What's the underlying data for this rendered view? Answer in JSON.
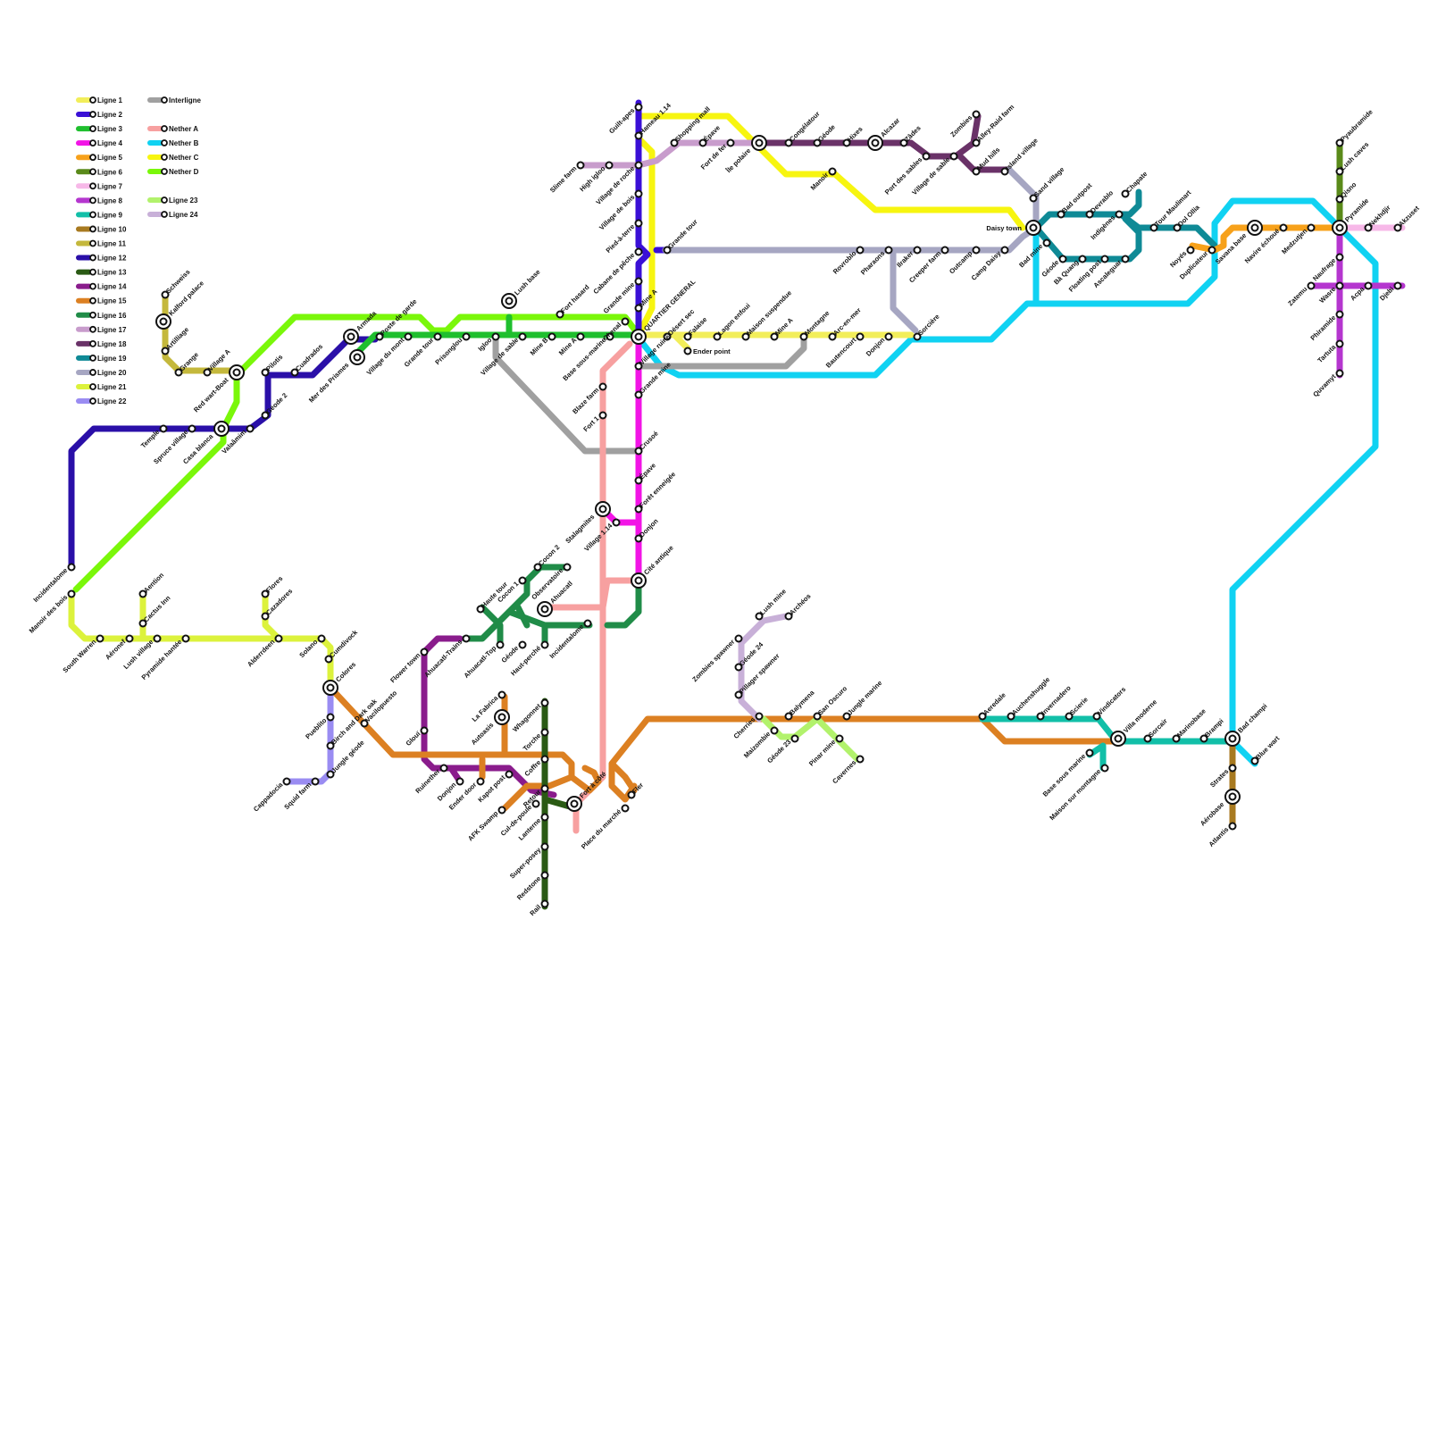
{
  "colors": {
    "l1": "#f2ee5a",
    "l2": "#3a10d6",
    "l3": "#1fbf2e",
    "l4": "#f214e6",
    "l5": "#f7a11a",
    "l6": "#5a8a1a",
    "l7": "#f7b8e8",
    "l8": "#b536cf",
    "l9": "#12bfa8",
    "l10": "#a87a20",
    "l11": "#c4b83c",
    "l12": "#2a0fa8",
    "l13": "#2a5a14",
    "l14": "#8a1c8c",
    "l15": "#dc8022",
    "l16": "#208c48",
    "l17": "#c89ccc",
    "l18": "#6a3268",
    "l19": "#0f8a96",
    "l20": "#a6a6c2",
    "l21": "#dcf23c",
    "l22": "#9a8cf2",
    "l23": "#b2f26c",
    "l24": "#c8b0d8",
    "inter": "#a0a0a0",
    "na": "#f7a0a0",
    "nb": "#10d2f2",
    "nc": "#f7f510",
    "nd": "#7af70a"
  },
  "legend": {
    "col1": [
      "Ligne 1",
      "Ligne 2",
      "Ligne 3",
      "Ligne 4",
      "Ligne 5",
      "Ligne 6",
      "Ligne 7",
      "Ligne 8",
      "Ligne 9",
      "Ligne 10",
      "Ligne 11",
      "Ligne 12",
      "Ligne 13",
      "Ligne 14",
      "Ligne 15",
      "Ligne 16",
      "Ligne 17",
      "Ligne 18",
      "Ligne 19",
      "Ligne 20",
      "Ligne 21",
      "Ligne 22"
    ],
    "interligne": "Interligne",
    "nether": [
      "Nether A",
      "Nether B",
      "Nether C",
      "Nether D"
    ],
    "extra": [
      "Ligne 23",
      "Ligne 24"
    ]
  },
  "stations": {
    "schweiss": "Schweiss",
    "kalford": "Kalford palace",
    "artilliage": "Artilliage",
    "grange": "Grange",
    "village_a": "Village A",
    "red_wart": "Red wart-Boat",
    "pilotis": "Pilotis",
    "cuadrados": "Cuadrados",
    "geode2": "Géode 2",
    "valaamim": "Valaâmim",
    "casa_blanca": "Casa blanca",
    "spruce": "Spruce village",
    "temple": "Temple",
    "armada": "Armada",
    "poste_garde": "Poste de garde",
    "mer_prismes": "Mer des Prismes",
    "village_mont": "Village du mont",
    "grande_tour_w": "Grande tour",
    "prisonglou": "Prisonglou",
    "igloo": "Igloo",
    "village_sable_w": "Village de sable",
    "mine_b": "Mine B",
    "mine_a_w": "Mine A",
    "base_sous_marine": "Base sous-marine",
    "chenal": "Chenal",
    "lush_base": "Lush base",
    "fort_hasard": "Fort hasard",
    "incidentalome_w": "Incidentalome",
    "manoir_bois": "Manoir des bois",
    "south_warren": "South Warren",
    "aeronef": "Aéronef",
    "aention": "Aention",
    "cactus_inn": "Cactus Inn",
    "lush_village": "Lush village",
    "pyramide_hantee": "Pyramide hantée",
    "flores": "Flores",
    "cazadores": "Cazadores",
    "alderrdeen": "Alderrdeen",
    "solano": "Solano",
    "cumdivock": "Cumdivock",
    "colores": "Colores",
    "pueblito": "Pueblito",
    "birch_oak": "Birch and Dark oak",
    "vacilopuesto": "Vacilopuesto",
    "jungle_geode": "Jungle géode",
    "squid_farm": "Squid farm",
    "cappadocia": "Cappadocia",
    "guilt_apes": "Guilt-apes",
    "hameau": "Hameau 1.14",
    "slime_farm": "Slime farm",
    "high_igloo": "High igloo",
    "village_roche": "Village de roche",
    "village_bois": "Village de bois",
    "pied_terre": "Pied-à-terre",
    "cabane_peche": "Cabane de pêche",
    "grande_mine_n": "Grande mine",
    "grande_tour_n": "Grande tour",
    "quartier_general": "QUARTIER GENERAL",
    "mine_a_s": "Mine A",
    "village_ruine": "Village ruiné",
    "desert_sec": "Désert sec",
    "falaise": "Falaise",
    "ender_point": "Ender point",
    "lagon_enfoui": "Lagon enfoui",
    "maison_suspendue": "Maison suspendue",
    "mine_a_e": "Mine A",
    "montagne": "Montagne",
    "arc_en_mer": "Arc-en-mer",
    "bautencourt": "Bautencourt",
    "donjon_e": "Donjon",
    "sorciere": "Sorcière",
    "blaze_farm": "Blaze farm",
    "fort1": "Fort 1",
    "grande_mine_s": "Grande mine",
    "crusoe": "Crusoé",
    "epave_s": "Épave",
    "foret_enneigee": "Forêt enneigée",
    "stalagmites": "Stalagmites",
    "village114": "Village 1.14",
    "donjon_s": "Donjon",
    "cite_antique": "Cité antique",
    "shopping_mall": "Shopping mall",
    "epave_n": "Épave",
    "fort_fer": "Fort de fer",
    "ile_polaire": "Île polaire",
    "congelatour": "Congélatour",
    "geode_n": "Géode",
    "hixes": "Hixes",
    "alcazar": "Alcazar",
    "zades": "Zâdes",
    "port_sables": "Port des sables",
    "zombies": "Zombies",
    "village_sable_e": "Village de sable",
    "alley_raid": "Alley-Raid farm",
    "mud_hills": "Mud hills",
    "island_village": "Island village",
    "manoir": "Manoir",
    "rovroblo": "Rovroblo",
    "pharaons": "Pharaons",
    "ilraker": "Ilraker",
    "creeper_farm": "Creeper farm",
    "outcamp": "Outcamp",
    "camp_daisy": "Camp Daisy",
    "daisy_town": "Daisy town",
    "sand_village": "Sand village",
    "bad_outpost": "Bad outpost",
    "devrablo": "Devrablo",
    "chapate": "Chapate",
    "indigenes": "Indigènes",
    "bad_mine": "Bad mine",
    "geode_e": "Géode",
    "ba_quang": "Bà Quang",
    "floating_post": "Floating post",
    "ascaleguar": "Ascaleguar",
    "tour_maulimart": "Tour Maulimart",
    "dol_ollia": "Dol Ollia",
    "noyes": "Noyés",
    "duplicateur": "Duplicateur",
    "savana_base": "Savana base",
    "navire_echoue": "Navire échoué",
    "medzutjen": "Medzutjen",
    "pyramide": "Pyramide",
    "nekhdjir": "Nekhdjir",
    "akzuset": "Akzuset",
    "pyaubramide": "Pyaubramide",
    "lush_caves": "Lush caves",
    "qisno": "Qisno",
    "naufrage": "Naufrage",
    "zatemu": "Zatemu",
    "wasre": "Wasre",
    "acpa": "Acpa",
    "djebi": "Djebi",
    "phiramide": "Phiramide",
    "tartuta": "Tartuta",
    "quvamyt": "Quvamyt",
    "haute_tour": "Haute tour",
    "cocon1": "Cocon 1",
    "cocon2": "Cocon 2",
    "observatoire": "Observatoire",
    "ahuacatl": "Ahuacatl",
    "ahuacatl_top": "Ahuacatl-Top",
    "geode_c": "Géode",
    "haut_perche": "Haut-perché",
    "incidentalome_c": "Incidentalome",
    "flower_town": "Flower town",
    "ahuacatl_trains": "Ahuacatl-Trains",
    "gloui": "Glouï",
    "ruinether": "Ruinether",
    "donjon_c": "Donjon",
    "ender_door": "Ender door",
    "kapot_post": "Kapot post",
    "la_fabrica": "La Fabrica",
    "autoasis": "Autoasis",
    "afk_swamp": "AFK Swamp",
    "cul_de_poule": "Cul-de-poule",
    "whagonnet": "Whagonnet",
    "torche": "Torche",
    "coffre": "Coffre",
    "lanterne": "Lanterne",
    "retour": "Retour",
    "fort_cote": "Fort à côté",
    "super_posey": "Super-posey",
    "redstone": "Redstone",
    "rail": "Rail",
    "place_marche": "Place du marché",
    "fler": "Fler",
    "zombies_spawner": "Zombies spawner",
    "lush_mine": "Lush mine",
    "archeos": "Archéos",
    "geode24": "Géode 24",
    "pillager_spawner": "Pillager spawner",
    "cherries": "Cherries",
    "balymena": "Balymena",
    "san_oscuro": "San Oscuro",
    "jungle_marine": "Jungle marine",
    "maizombie": "Maizombie",
    "geode23": "Géode 23",
    "pinar_mine": "Pinar mine",
    "cavernes": "Cavernes",
    "aeredale": "Aeredale",
    "auchenshuggle": "Auchenshuggle",
    "invernadero": "Invernadero",
    "scierie": "Scierie",
    "vindicators": "Vindicators",
    "villa_moderne": "Villa moderne",
    "base_sous_marine_e": "Base sous marine",
    "maison_montagne": "Maison sur montagne",
    "sorcair": "Sorcair",
    "marinobase": "Marinobase",
    "brampi": "Brampi",
    "bad_champi": "Bad champi",
    "blue_wart": "Blue wart",
    "strates": "Strates",
    "aerobase": "Aérobase",
    "atlantis": "Atlantis"
  }
}
